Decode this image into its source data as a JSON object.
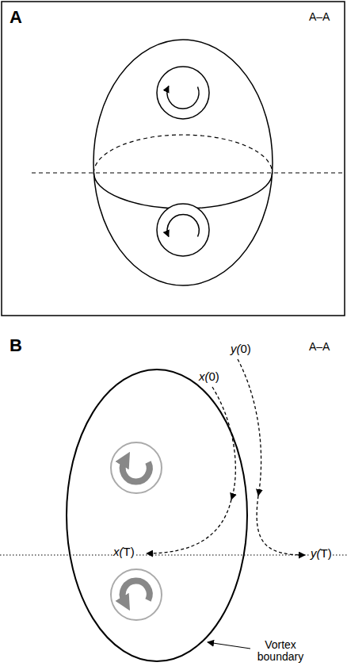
{
  "diagram": {
    "labels": [
      "A",
      "A–A",
      "B",
      "A–A",
      "y(0)",
      "x(0)",
      "x(T)",
      "y(T)",
      "Vortex boundary"
    ]
  }
}
